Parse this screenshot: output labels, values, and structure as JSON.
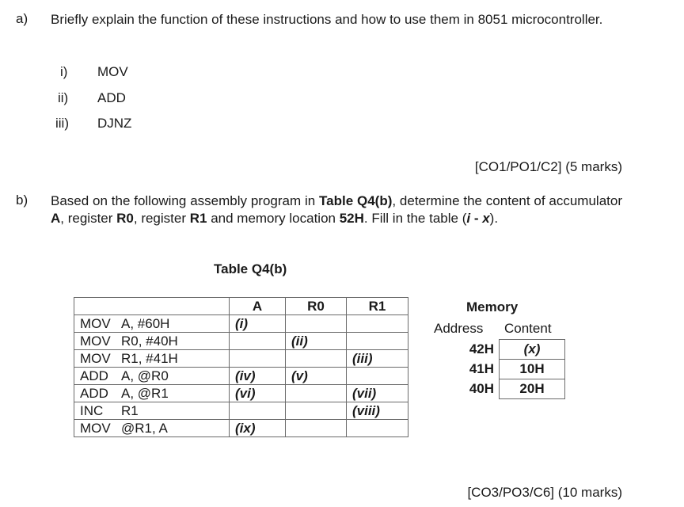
{
  "part_a": {
    "label": "a)",
    "question": "Briefly explain the function of these instructions and how to use them in 8051 microcontroller.",
    "items": [
      {
        "num": "i)",
        "text": "MOV"
      },
      {
        "num": "ii)",
        "text": "ADD"
      },
      {
        "num": "iii)",
        "text": "DJNZ"
      }
    ],
    "marks": "[CO1/PO1/C2] (5 marks)"
  },
  "part_b": {
    "label": "b)",
    "q_1": "Based on the following assembly program in ",
    "q_table": "Table Q4(b)",
    "q_2": ", determine the content of accumulator ",
    "q_A": "A",
    "q_3": ", register ",
    "q_R0": "R0",
    "q_4": ", register ",
    "q_R1": "R1",
    "q_5": " and memory location ",
    "q_loc": "52H",
    "q_6": ". Fill in the table (",
    "q_i": "i",
    "q_dash": " - ",
    "q_x": "x",
    "q_7": ").",
    "caption": "Table Q4(b)",
    "marks": "[CO3/PO3/C6] (10 marks)"
  },
  "program_table": {
    "headers": [
      "",
      "A",
      "R0",
      "R1"
    ],
    "rows": [
      {
        "mnemonic": "MOV",
        "operand": "A, #60H",
        "A": "(i)",
        "R0": "",
        "R1": ""
      },
      {
        "mnemonic": "MOV",
        "operand": "R0, #40H",
        "A": "",
        "R0": "(ii)",
        "R1": ""
      },
      {
        "mnemonic": "MOV",
        "operand": "R1, #41H",
        "A": "",
        "R0": "",
        "R1": "(iii)"
      },
      {
        "mnemonic": "ADD",
        "operand": "A, @R0",
        "A": "(iv)",
        "R0": "(v)",
        "R1": ""
      },
      {
        "mnemonic": "ADD",
        "operand": "A, @R1",
        "A": "(vi)",
        "R0": "",
        "R1": "(vii)"
      },
      {
        "mnemonic": "INC",
        "operand": "R1",
        "A": "",
        "R0": "",
        "R1": "(viii)"
      },
      {
        "mnemonic": "MOV",
        "operand": "@R1, A",
        "A": "(ix)",
        "R0": "",
        "R1": ""
      }
    ]
  },
  "memory": {
    "title": "Memory",
    "address_header": "Address",
    "content_header": "Content",
    "rows": [
      {
        "address": "42H",
        "content": "(x)"
      },
      {
        "address": "41H",
        "content": "10H"
      },
      {
        "address": "40H",
        "content": "20H"
      }
    ]
  }
}
